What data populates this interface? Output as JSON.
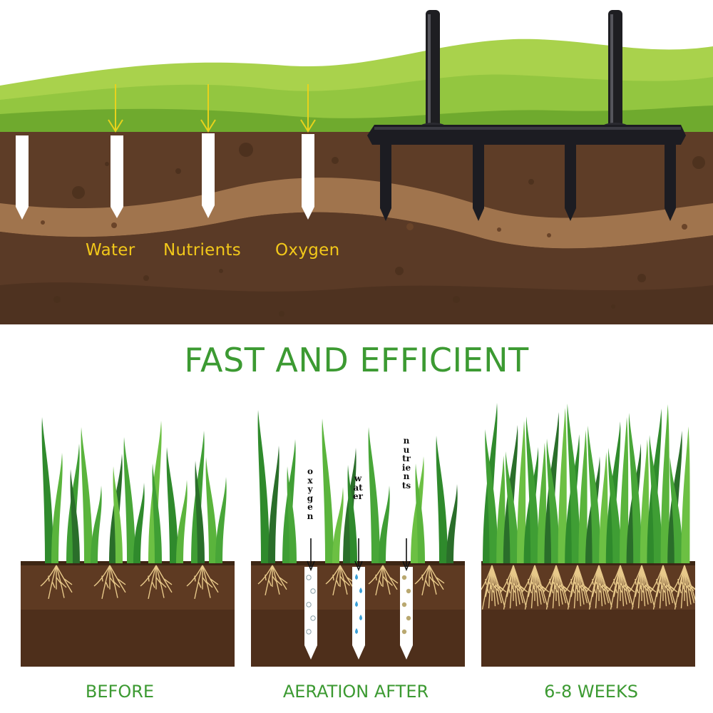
{
  "top_scene": {
    "labels": [
      {
        "id": "water",
        "text": "Water"
      },
      {
        "id": "nutrients",
        "text": "Nutrients"
      },
      {
        "id": "oxygen",
        "text": "Oxygen"
      }
    ]
  },
  "headline": "FAST AND EFFICIENT",
  "panels": [
    {
      "id": "before",
      "caption": "BEFORE"
    },
    {
      "id": "aeration",
      "caption": "AERATION AFTER",
      "column_labels": [
        "oxygen",
        "water",
        "nutrients"
      ]
    },
    {
      "id": "weeks",
      "caption": "6-8 WEEKS"
    }
  ],
  "colors": {
    "grass_light": "#a6cf4a",
    "grass_mid": "#8cc23e",
    "grass_dark": "#6aa82e",
    "soil_dark": "#5a3a25",
    "soil_mid": "#6e4a30",
    "soil_band": "#9a6e48",
    "label_yellow": "#f2c81a",
    "headline_green": "#3c9a32",
    "tool_black": "#1e1e22"
  },
  "icons": [
    "aerator-tool-icon",
    "arrow-down-icon",
    "grass-blade-icon",
    "root-icon"
  ]
}
